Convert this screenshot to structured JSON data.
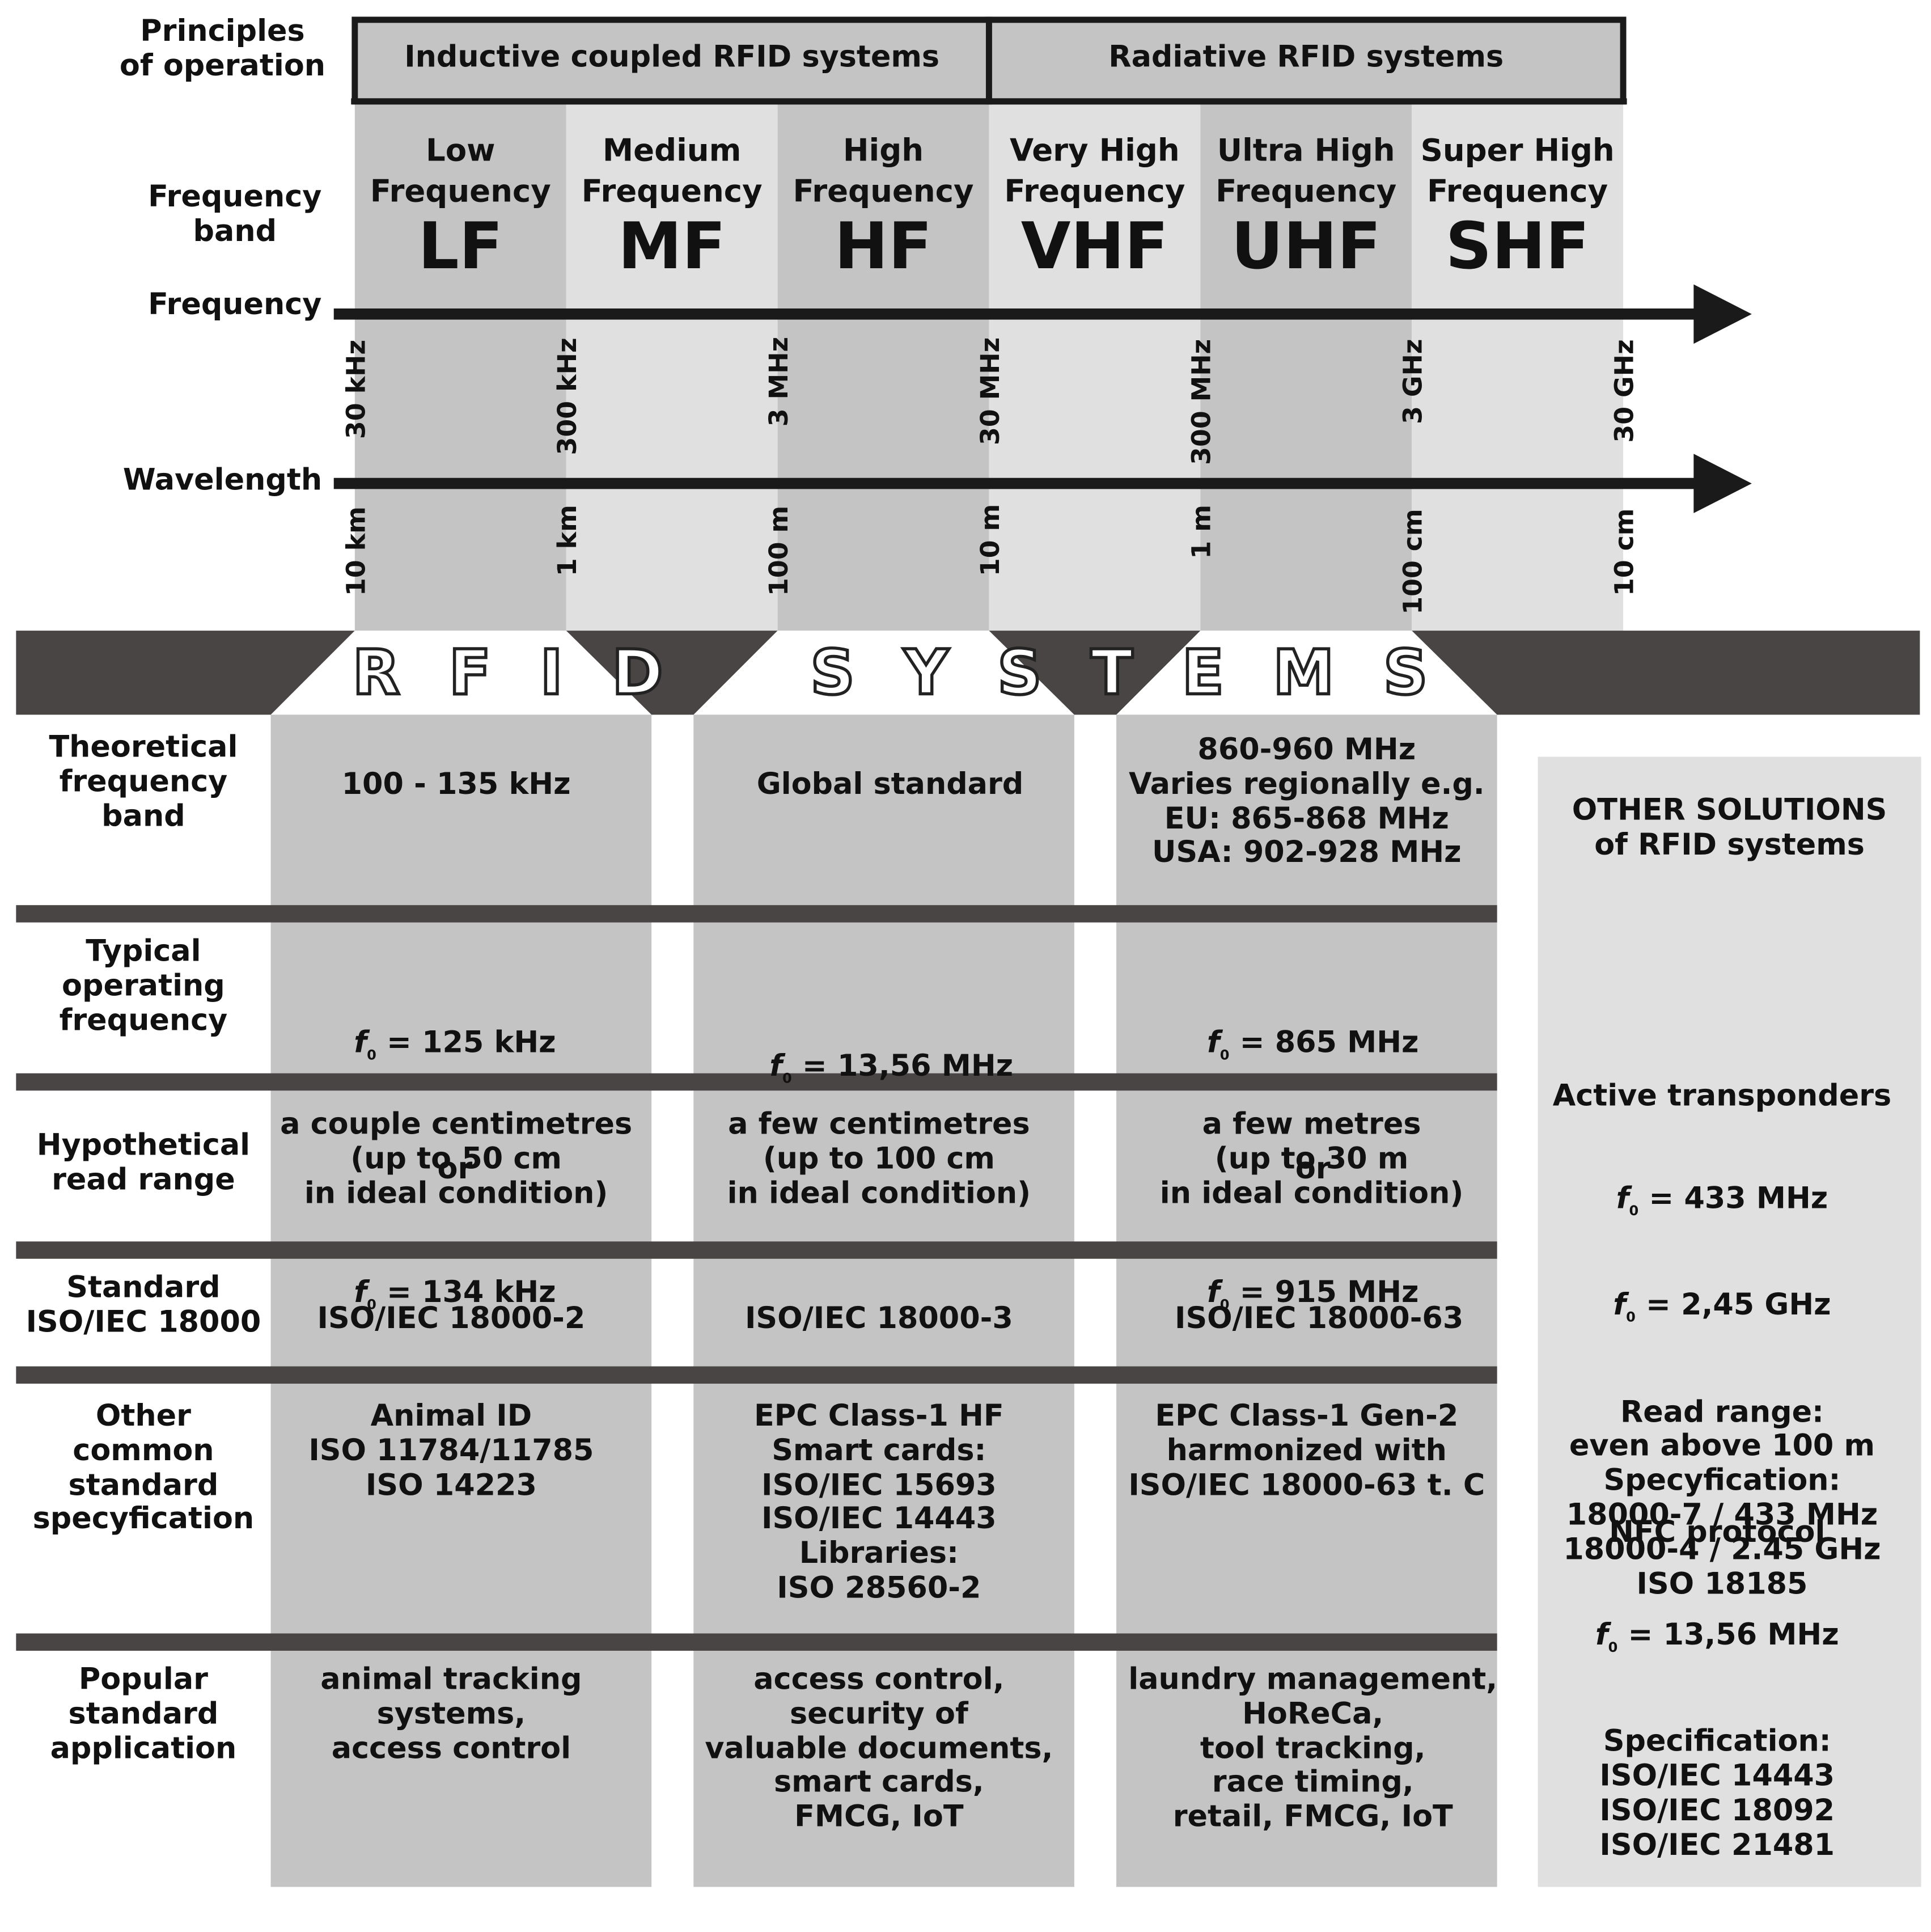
{
  "principles": {
    "label": "Principles\nof operation",
    "inductive": "Inductive coupled RFID systems",
    "radiative": "Radiative RFID systems"
  },
  "frequency_band_label": "Frequency\nband",
  "frequency_label": "Frequency",
  "wavelength_label": "Wavelength",
  "bands": [
    {
      "name": "Low\nFrequency",
      "abbr": "LF",
      "color": "#c4c4c4"
    },
    {
      "name": "Medium\nFrequency",
      "abbr": "MF",
      "color": "#e0e0e0"
    },
    {
      "name": "High\nFrequency",
      "abbr": "HF",
      "color": "#c4c4c4"
    },
    {
      "name": "Very High\nFrequency",
      "abbr": "VHF",
      "color": "#e0e0e0"
    },
    {
      "name": "Ultra High\nFrequency",
      "abbr": "UHF",
      "color": "#c4c4c4"
    },
    {
      "name": "Super High\nFrequency",
      "abbr": "SHF",
      "color": "#e0e0e0"
    }
  ],
  "frequency_ticks": [
    "30 kHz",
    "300 kHz",
    "3 MHz",
    "30 MHz",
    "300 MHz",
    "3 GHz",
    "30 GHz"
  ],
  "wavelength_ticks": [
    "10 km",
    "1 km",
    "100 m",
    "10 m",
    "1 m",
    "100 cm",
    "10 cm"
  ],
  "banner_letters": [
    "R",
    "F",
    "I",
    "D",
    "S",
    "Y",
    "S",
    "T",
    "E",
    "M",
    "S"
  ],
  "rows": [
    {
      "label": "Theoretical\nfrequency\nband",
      "lf": "100 - 135 kHz",
      "hf": "Global standard",
      "uhf": "860-960 MHz\nVaries regionally e.g.\nEU: 865-868 MHz\nUSA: 902-928 MHz"
    },
    {
      "label": "Typical\noperating\nfrequency",
      "lf_lines": [
        "= 125 kHz",
        "or",
        "= 134 kHz"
      ],
      "hf_lines": [
        "= 13,56 MHz"
      ],
      "uhf_lines": [
        "= 865 MHz",
        "or",
        "= 915 MHz"
      ]
    },
    {
      "label": "Hypothetical\nread range",
      "lf": "a couple centimetres\n(up to 50 cm\nin ideal condition)",
      "hf": "a few centimetres\n(up to 100 cm\nin ideal condition)",
      "uhf": "a few metres\n(up to 30 m\nin ideal condition)"
    },
    {
      "label": "Standard\nISO/IEC 18000",
      "lf": "ISO/IEC 18000-2",
      "hf": "ISO/IEC 18000-3",
      "uhf": "ISO/IEC 18000-63"
    },
    {
      "label": "Other\ncommon\nstandard\nspecyfication",
      "lf": "Animal ID\nISO 11784/11785\nISO 14223",
      "hf": "EPC Class-1 HF\nSmart cards:\nISO/IEC 15693\nISO/IEC 14443\nLibraries:\nISO 28560-2",
      "uhf": "EPC Class-1 Gen-2\nharmonized with\nISO/IEC 18000-63 t. C"
    },
    {
      "label": "Popular\nstandard\napplication",
      "lf": "animal tracking\nsystems,\naccess control",
      "hf": "access control,\nsecurity of\nvaluable documents,\nsmart cards,\nFMCG, IoT",
      "uhf": "laundry management,\nHoReCa,\ntool tracking,\nrace timing,\nretail, FMCG, IoT"
    }
  ],
  "other": {
    "title": "OTHER SOLUTIONS\nof RFID systems",
    "active_title": "Active transponders",
    "active_f1": "= 433 MHz",
    "active_f2": "= 2,45 GHz",
    "active_rest": "Read range:\neven above 100 m\nSpecyfication:\n18000-7 / 433 MHz\n18000-4 / 2.45 GHz\nISO 18185",
    "nfc_title": "NFC protocol",
    "nfc_f": "= 13,56 MHz",
    "nfc_rest": "Specification:\nISO/IEC 14443\nISO/IEC 18092\nISO/IEC 21481"
  },
  "f0_symbol": "f",
  "f0_subscript": "0",
  "colors": {
    "dark_band": "#c4c4c4",
    "light_band": "#e0e0e0",
    "banner": "#4a4545",
    "column": "#c4c4c4",
    "other_panel": "#e0e0e0",
    "arrow": "#1a1a1a"
  }
}
